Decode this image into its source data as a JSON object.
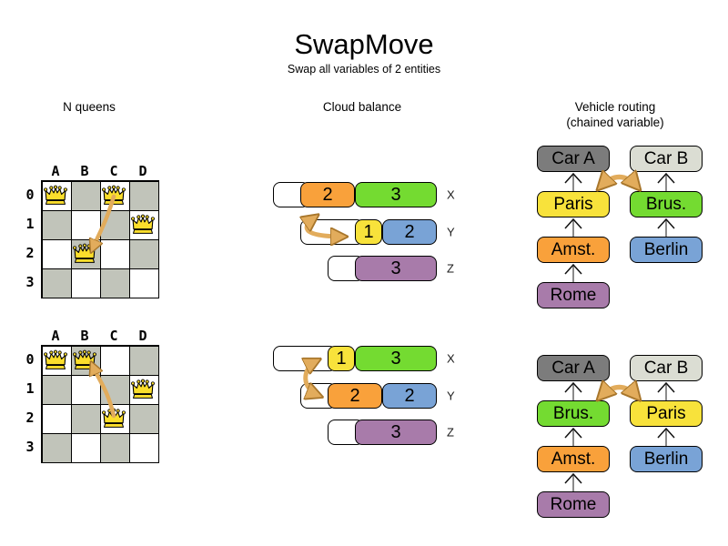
{
  "title": "SwapMove",
  "subtitle": "Swap all variables of 2 entities",
  "colors": {
    "orange": "#F9A13B",
    "green": "#74DB31",
    "yellow": "#F8E23B",
    "blue": "#79A3D6",
    "purple": "#A87BAA",
    "car_a": "#7C7C7C",
    "car_b": "#DBDDD3",
    "board_gray": "#C1C4BA",
    "swap_arrow": "#E2AC5C",
    "queen_gold": "#FBDE2C"
  },
  "sections": {
    "nqueens": {
      "header": "N queens",
      "column_labels": [
        "A",
        "B",
        "C",
        "D"
      ],
      "row_labels": [
        "0",
        "1",
        "2",
        "3"
      ],
      "before": {
        "queens": [
          {
            "col": "A",
            "row": 0
          },
          {
            "col": "C",
            "row": 0
          },
          {
            "col": "D",
            "row": 1
          },
          {
            "col": "B",
            "row": 2
          }
        ],
        "swap": {
          "from": {
            "col": "C",
            "row": 0
          },
          "to": {
            "col": "B",
            "row": 2
          }
        }
      },
      "after": {
        "queens": [
          {
            "col": "A",
            "row": 0
          },
          {
            "col": "B",
            "row": 0
          },
          {
            "col": "D",
            "row": 1
          },
          {
            "col": "C",
            "row": 2
          }
        ],
        "swap": {
          "from": {
            "col": "C",
            "row": 2
          },
          "to": {
            "col": "B",
            "row": 0
          }
        }
      }
    },
    "cloud": {
      "header": "Cloud balance",
      "before": [
        {
          "computer": "X",
          "free_units": 1,
          "processes": [
            {
              "value": 2,
              "color": "orange"
            },
            {
              "value": 3,
              "color": "green"
            }
          ]
        },
        {
          "computer": "Y",
          "free_units": 2,
          "processes": [
            {
              "value": 1,
              "color": "yellow"
            },
            {
              "value": 2,
              "color": "blue"
            }
          ]
        },
        {
          "computer": "Z",
          "free_units": 1,
          "processes": [
            {
              "value": 3,
              "color": "purple"
            }
          ]
        }
      ],
      "after": [
        {
          "computer": "X",
          "free_units": 2,
          "processes": [
            {
              "value": 1,
              "color": "yellow"
            },
            {
              "value": 3,
              "color": "green"
            }
          ]
        },
        {
          "computer": "Y",
          "free_units": 1,
          "processes": [
            {
              "value": 2,
              "color": "orange"
            },
            {
              "value": 2,
              "color": "blue"
            }
          ]
        },
        {
          "computer": "Z",
          "free_units": 1,
          "processes": [
            {
              "value": 3,
              "color": "purple"
            }
          ]
        }
      ]
    },
    "vehicle": {
      "header": "Vehicle routing",
      "subheader": "(chained variable)",
      "before": {
        "left_chain": [
          {
            "label": "Car A",
            "color": "car_a"
          },
          {
            "label": "Paris",
            "color": "yellow"
          },
          {
            "label": "Amst.",
            "color": "orange"
          },
          {
            "label": "Rome",
            "color": "purple"
          }
        ],
        "right_chain": [
          {
            "label": "Car B",
            "color": "car_b"
          },
          {
            "label": "Brus.",
            "color": "green"
          },
          {
            "label": "Berlin",
            "color": "blue"
          }
        ]
      },
      "after": {
        "left_chain": [
          {
            "label": "Car A",
            "color": "car_a"
          },
          {
            "label": "Brus.",
            "color": "green"
          },
          {
            "label": "Amst.",
            "color": "orange"
          },
          {
            "label": "Rome",
            "color": "purple"
          }
        ],
        "right_chain": [
          {
            "label": "Car B",
            "color": "car_b"
          },
          {
            "label": "Paris",
            "color": "yellow"
          },
          {
            "label": "Berlin",
            "color": "blue"
          }
        ]
      }
    }
  }
}
